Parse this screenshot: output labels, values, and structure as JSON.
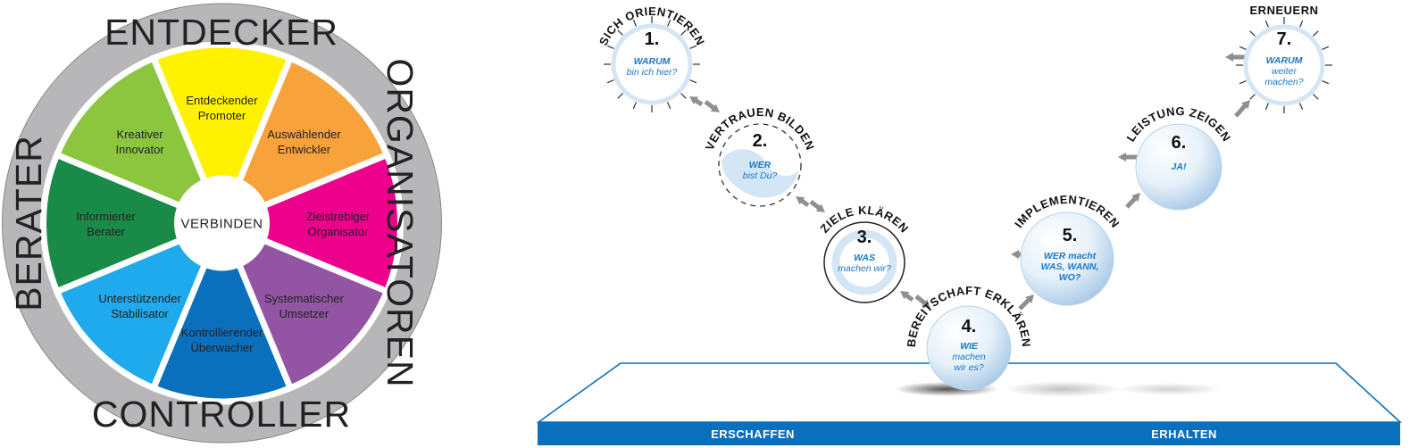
{
  "wheel": {
    "hub": "VERBINDEN",
    "ring": [
      "ENTDECKER",
      "ORGANISATOREN",
      "CONTROLLER",
      "BERATER"
    ],
    "segments": [
      {
        "line1": "Entdeckender",
        "line2": "Promoter",
        "color": "#fff200"
      },
      {
        "line1": "Auswählender",
        "line2": "Entwickler",
        "color": "#f7a23b"
      },
      {
        "line1": "Zielstrebiger",
        "line2": "Organisator",
        "color": "#ec008c"
      },
      {
        "line1": "Systematischer",
        "line2": "Umsetzer",
        "color": "#9254a3"
      },
      {
        "line1": "Kontrollierender",
        "line2": "Überwacher",
        "color": "#0a6fbd"
      },
      {
        "line1": "Unterstützender",
        "line2": "Stabilisator",
        "color": "#1eaaed"
      },
      {
        "line1": "Informierter",
        "line2": "Berater",
        "color": "#1a8a48"
      },
      {
        "line1": "Kreativer",
        "line2": "Innovator",
        "color": "#8cc63f"
      }
    ]
  },
  "stages": [
    {
      "num": "1.",
      "title": "SICH ORIENTIEREN",
      "q": [
        "WARUM",
        "bin ich hier?"
      ]
    },
    {
      "num": "2.",
      "title": "VERTRAUEN BILDEN",
      "q": [
        "WER",
        "bist Du?"
      ]
    },
    {
      "num": "3.",
      "title": "ZIELE KLÄREN",
      "q": [
        "WAS",
        "machen wir?"
      ]
    },
    {
      "num": "4.",
      "title": "BEREITSCHAFT ERKLÄREN",
      "q": [
        "WIE",
        "machen",
        "wir es?"
      ]
    },
    {
      "num": "5.",
      "title": "IMPLEMENTIEREN",
      "q": [
        "WER macht",
        "WAS, WANN,",
        "WO?"
      ]
    },
    {
      "num": "6.",
      "title": "LEISTUNG ZEIGEN",
      "q": [
        "JA!"
      ]
    },
    {
      "num": "7.",
      "title": "ERNEUERN",
      "q": [
        "WARUM",
        "weiter",
        "machen?"
      ]
    }
  ],
  "base": {
    "left": "ERSCHAFFEN",
    "right": "ERHALTEN",
    "color": "#0a6fbd"
  }
}
